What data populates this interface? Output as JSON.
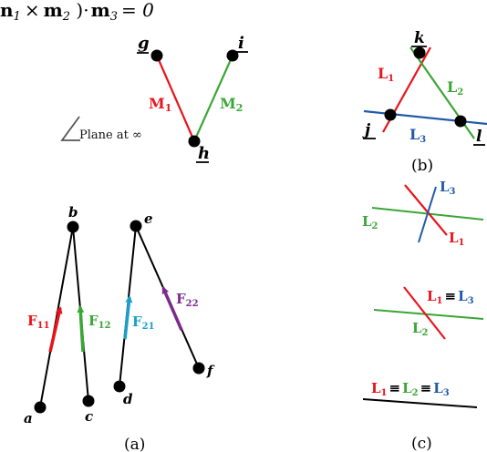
{
  "colors": {
    "black": "#000000",
    "red": "#e8141b",
    "green": "#3aa635",
    "blue": "#1f5aa8",
    "cyan": "#1b9fc9",
    "purple": "#7b2b8b"
  },
  "equation": {
    "n": "n",
    "n_sub": "1",
    "times": "×",
    "m1": "m",
    "m1_sub": "2",
    "close": " )·",
    "m2": "m",
    "m2_sub": "3",
    "equals": "= 0"
  },
  "top_left": {
    "points": {
      "g": "g",
      "i": "i",
      "h": "h"
    },
    "lines": {
      "M1": {
        "letter": "M",
        "sub": "1"
      },
      "M2": {
        "letter": "M",
        "sub": "2"
      }
    },
    "plane_label": "Plane at ∞"
  },
  "panel_a": {
    "points": {
      "a": "a",
      "b": "b",
      "c": "c",
      "d": "d",
      "e": "e",
      "f": "f"
    },
    "forces": {
      "F11": {
        "letter": "F",
        "sub": "11"
      },
      "F12": {
        "letter": "F",
        "sub": "12"
      },
      "F21": {
        "letter": "F",
        "sub": "21"
      },
      "F22": {
        "letter": "F",
        "sub": "22"
      }
    },
    "caption": "(a)"
  },
  "panel_b": {
    "points": {
      "j": "j",
      "k": "k",
      "l": "l"
    },
    "lines": {
      "L1": {
        "letter": "L",
        "sub": "1"
      },
      "L2": {
        "letter": "L",
        "sub": "2"
      },
      "L3": {
        "letter": "L",
        "sub": "3"
      }
    },
    "caption": "(b)"
  },
  "panel_c": {
    "case1": {
      "L1": {
        "letter": "L",
        "sub": "1"
      },
      "L2": {
        "letter": "L",
        "sub": "2"
      },
      "L3": {
        "letter": "L",
        "sub": "3"
      }
    },
    "case2": {
      "L1": {
        "letter": "L",
        "sub": "1"
      },
      "equiv": "≡",
      "L3": {
        "letter": "L",
        "sub": "3"
      },
      "L2": {
        "letter": "L",
        "sub": "2"
      }
    },
    "case3": {
      "L1": {
        "letter": "L",
        "sub": "1"
      },
      "eq1": "≡",
      "L2": {
        "letter": "L",
        "sub": "2"
      },
      "eq2": "≡",
      "L3": {
        "letter": "L",
        "sub": "3"
      }
    },
    "caption": "(c)"
  }
}
